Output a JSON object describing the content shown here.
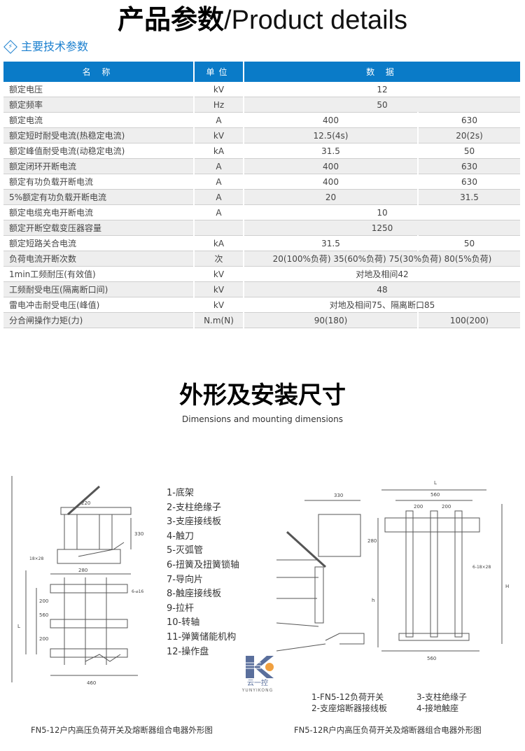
{
  "header": {
    "title_cn": "产品参数",
    "title_en": "/Product details"
  },
  "section": {
    "title": "主要技术参数",
    "icon": "lightning-diamond-icon"
  },
  "table": {
    "columns": [
      "名 称",
      "单位",
      "数 据"
    ],
    "rows": [
      {
        "name": "额定电压",
        "unit": "kV",
        "values": [
          "12"
        ]
      },
      {
        "name": "额定频率",
        "unit": "Hz",
        "values": [
          "50"
        ]
      },
      {
        "name": "额定电流",
        "unit": "A",
        "values": [
          "400",
          "630"
        ]
      },
      {
        "name": "额定短时耐受电流(热稳定电流)",
        "unit": "kV",
        "values": [
          "12.5(4s)",
          "20(2s)"
        ]
      },
      {
        "name": "额定峰值耐受电流(动稳定电流)",
        "unit": "kA",
        "values": [
          "31.5",
          "50"
        ]
      },
      {
        "name": "额定闭环开断电流",
        "unit": "A",
        "values": [
          "400",
          "630"
        ]
      },
      {
        "name": "额定有功负载开断电流",
        "unit": "A",
        "values": [
          "400",
          "630"
        ]
      },
      {
        "name": "5%额定有功负载开断电流",
        "unit": "A",
        "values": [
          "20",
          "31.5"
        ]
      },
      {
        "name": "额定电缆充电开断电流",
        "unit": "A",
        "values": [
          "10"
        ]
      },
      {
        "name": "额定开断空载变压器容量",
        "unit": "",
        "values": [
          "1250"
        ]
      },
      {
        "name": "额定短路关合电流",
        "unit": "kA",
        "values": [
          "31.5",
          "50"
        ]
      },
      {
        "name": "负荷电流开断次数",
        "unit": "次",
        "values": [
          "20(100%负荷) 35(60%负荷) 75(30%负荷) 80(5%负荷)"
        ]
      },
      {
        "name": "1min工频耐压(有效值)",
        "unit": "kV",
        "values": [
          "对地及相间42"
        ]
      },
      {
        "name": "工频耐受电压(隔离断口间)",
        "unit": "kV",
        "values": [
          "48"
        ]
      },
      {
        "name": "雷电冲击耐受电压(峰值)",
        "unit": "kV",
        "values": [
          "对地及相间75、隔离断口85"
        ]
      },
      {
        "name": "分合闸操作力矩(力)",
        "unit": "N.m(N)",
        "values": [
          "90(180)",
          "100(200)"
        ]
      }
    ]
  },
  "dimensions": {
    "title_cn": "外形及安装尺寸",
    "title_en": "Dimensions and mounting dimensions",
    "left_dims": {
      "d280": "280",
      "d330": "330",
      "d220": "220",
      "d560": "560",
      "d200a": "200",
      "d200b": "200",
      "d460": "460",
      "L": "L",
      "hole": "6-⌀16",
      "slot": "18×28"
    },
    "left_legend": [
      "1-底架",
      "2-支柱绝缘子",
      "3-支座接线板",
      "4-触刀",
      "5-灭弧管",
      "6-扭簧及扭簧锁轴",
      "7-导向片",
      "8-触座接线板",
      "9-拉杆",
      "10-转轴",
      "11-弹簧储能机构",
      "12-操作盘"
    ],
    "left_caption": "FN5-12户内高压负荷开关及熔断器组合电器外形图",
    "right_dims": {
      "d330": "330",
      "L": "L",
      "d560": "560",
      "d200a": "200",
      "d200b": "200",
      "d280": "280",
      "h": "h",
      "H": "H",
      "d560b": "560",
      "slot": "6-18×28"
    },
    "right_legend": [
      "1-FN5-12负荷开关",
      "3-支柱绝缘子",
      "2-支座熔断器接线板",
      "4-接地触座"
    ],
    "right_caption": "FN5-12R户内高压负荷开关及熔断器组合电器外形图",
    "logo": {
      "name": "云一控",
      "en": "YUNYIKONG",
      "colors": {
        "blue": "#5a6f9c",
        "orange": "#f0a040"
      }
    }
  },
  "colors": {
    "accent": "#0a7bc8",
    "row_alt": "#eeeeee"
  }
}
